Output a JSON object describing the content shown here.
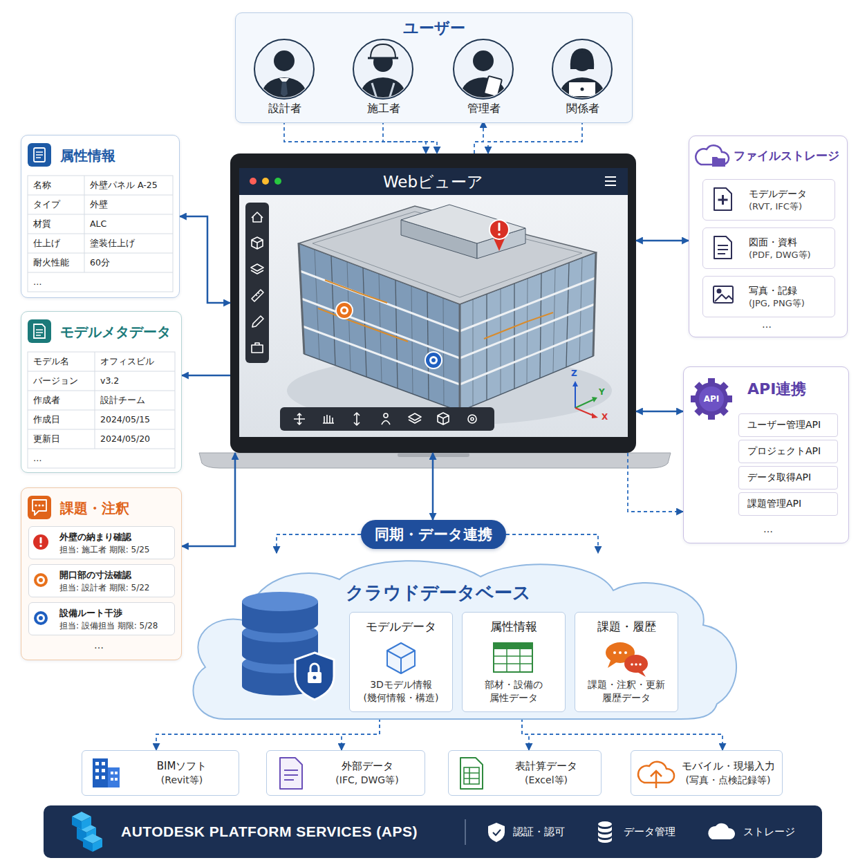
{
  "diagram": {
    "nodes": [
      {
        "text": [
          "ユーザー"
        ]
      },
      {
        "text": [
          "設計者"
        ],
        "in": 0
      },
      {
        "text": [
          "施工者"
        ],
        "in": 0
      },
      {
        "text": [
          "管理者"
        ],
        "in": 0
      },
      {
        "text": [
          "関係者"
        ],
        "in": 0
      },
      {
        "text": [
          "属性情報"
        ]
      },
      {
        "text": [
          "モデルメタデータ"
        ]
      },
      {
        "text": [
          "課題・注釈"
        ]
      },
      {
        "text": [
          "外壁の納まり確認",
          "担当: 施工者 期限: 5/25"
        ],
        "in": 7
      },
      {
        "text": [
          "開口部の寸法確認",
          "担当: 設計者 期限: 5/22"
        ],
        "in": 7
      },
      {
        "text": [
          "設備ルート干渉",
          "担当: 設備担当 期限: 5/28"
        ],
        "in": 7
      },
      {
        "text": [
          "Webビューア"
        ]
      },
      {
        "text": [
          "ファイルストレージ"
        ]
      },
      {
        "text": [
          "モデルデータ",
          "(RVT, IFC等)"
        ],
        "in": 12
      },
      {
        "text": [
          "図面・資料",
          "(PDF, DWG等)"
        ],
        "in": 12
      },
      {
        "text": [
          "写真・記録",
          "(JPG, PNG等)"
        ],
        "in": 12
      },
      {
        "text": [
          "API連携"
        ]
      },
      {
        "text": [
          "ユーザー管理API"
        ],
        "in": 16
      },
      {
        "text": [
          "プロジェクトAPI"
        ],
        "in": 16
      },
      {
        "text": [
          "データ取得API"
        ],
        "in": 16
      },
      {
        "text": [
          "課題管理API"
        ],
        "in": 16
      },
      {
        "text": [
          "同期・データ連携"
        ]
      },
      {
        "text": [
          "クラウドデータベース"
        ]
      },
      {
        "text": [
          "モデルデータ",
          "3Dモデル情報 (幾何情報・構造)"
        ],
        "in": 22
      },
      {
        "text": [
          "属性情報",
          "部材・設備の 属性データ"
        ],
        "in": 22
      },
      {
        "text": [
          "課題・履歴",
          "課題・注釈・更新 履歴データ"
        ],
        "in": 22
      },
      {
        "text": [
          "BIMソフト",
          "(Revit等)"
        ]
      },
      {
        "text": [
          "外部データ",
          "(IFC, DWG等)"
        ]
      },
      {
        "text": [
          "表計算データ",
          "(Excel等)"
        ]
      },
      {
        "text": [
          "モバイル・現場入力",
          "(写真・点検記録等)"
        ]
      },
      {
        "text": [
          "AUTODESK PLATFORM SERVICES (APS)",
          "認証・認可",
          "データ管理",
          "ストレージ"
        ]
      }
    ],
    "edges": [
      {
        "from": 1,
        "to": 11,
        "arrow": "to"
      },
      {
        "from": 2,
        "to": 11,
        "arrow": "to"
      },
      {
        "from": 11,
        "to": 3,
        "arrow": "to"
      },
      {
        "from": 4,
        "to": 11,
        "arrow": "to"
      },
      {
        "from": 5,
        "to": 11,
        "arrow": "both"
      },
      {
        "from": 11,
        "to": 6,
        "arrow": "to"
      },
      {
        "from": 7,
        "to": 11,
        "arrow": "both"
      },
      {
        "from": 11,
        "to": 12,
        "arrow": "both"
      },
      {
        "from": 11,
        "to": 16,
        "arrow": "both"
      },
      {
        "from": 11,
        "to": 16,
        "arrow": "to"
      },
      {
        "from": 11,
        "to": 21,
        "arrow": "both"
      },
      {
        "from": 21,
        "to": 22,
        "arrow": "to"
      },
      {
        "from": 21,
        "to": 22,
        "arrow": "to"
      },
      {
        "from": 23,
        "to": 26,
        "arrow": "both"
      },
      {
        "from": 23,
        "to": 27,
        "arrow": "both"
      },
      {
        "from": 24,
        "to": 28,
        "arrow": "both"
      },
      {
        "from": 24,
        "to": 29,
        "arrow": "both"
      }
    ],
    "labels": [
      "名称",
      "外壁パネル A-25",
      "タイプ",
      "外壁",
      "材質",
      "ALC",
      "仕上げ",
      "塗装仕上げ",
      "耐火性能",
      "60分",
      "…",
      "モデル名",
      "オフィスビル",
      "バージョン",
      "v3.2",
      "作成者",
      "設計チーム",
      "作成日",
      "2024/05/15",
      "更新日",
      "2024/05/20",
      "…",
      "…",
      "…",
      "…",
      "Z",
      "Y",
      "X",
      "API"
    ]
  }
}
